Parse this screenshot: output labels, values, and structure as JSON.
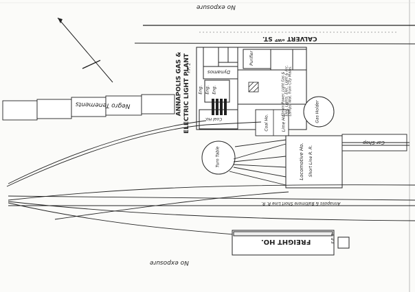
{
  "labels": {
    "no_exposure_top": "No exposure",
    "no_exposure_bottom": "No exposure",
    "calvert_street": "CALVERT ᵒᵂᴾ ST.",
    "plant_name_1": "ANNAPOLIS GAS &",
    "plant_name_2": "ELECTRIC LIGHT PLANT",
    "negro_tenements": "Negro Tenements",
    "car_shop": "Car Shop",
    "locomotive_house": "Locomotive Ho.",
    "short_line": "Short Line R. R.",
    "railroad_name": "Annapolis & Baltimore Short Line R. R.",
    "freight_house": "FREIGHT HO.",
    "dynamos": "Dynamos",
    "coal_house": "Coal Ho.",
    "coal_ho_small": "Coal Ho.",
    "purifier": "Purifier",
    "engine_1": "Eng.",
    "engine_2": "Eng.",
    "engine_3": "Eng.",
    "gas_holder": "Gas Holder",
    "turntable": "Turn Table",
    "fp2_label_1": "F.P. 2",
    "fp2_label_2": "F.P. 2",
    "fire_notes": "Steam Power. Light Gas & Elec. Lights. Elec. Light & Arc. Lamps. Wat. from City Mains.",
    "lime_house": "Lime Ho."
  },
  "icons": {
    "north_arrow": "north-arrow-icon",
    "boiler_stacks": "boiler-stacks-icon",
    "storage_hatch": "hatched-storage-icon"
  },
  "colors": {
    "ink": "#222222",
    "paper": "#fbfbf9"
  }
}
